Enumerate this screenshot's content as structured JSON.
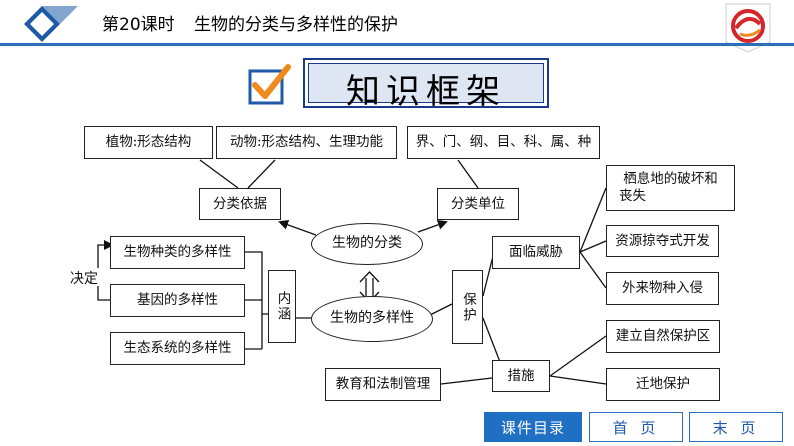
{
  "header": {
    "lesson": "第20课时",
    "title": "生物的分类与多样性的保护"
  },
  "banner": {
    "title": "知识框架"
  },
  "diagram": {
    "classification": "生物的分类",
    "basis": "分类依据",
    "units": "分类单位",
    "plant_basis": "植物:形态结构",
    "animal_basis": "动物:形态结构、生理功能",
    "unit_list": "界、门、纲、目、科、属、种",
    "biodiversity": "生物的多样性",
    "connotation": "内涵",
    "species_diversity": "生物种类的多样性",
    "gene_diversity": "基因的多样性",
    "ecosystem_diversity": "生态系统的多样性",
    "determines": "决定",
    "protection": "保护",
    "threats": "面临威胁",
    "habitat_loss_line1": "栖息地的破坏和",
    "habitat_loss_line2": "丧失",
    "exploitation": "资源掠夺式开发",
    "invasive": "外来物种入侵",
    "measures": "措施",
    "reserve": "建立自然保护区",
    "ex_situ": "迁地保护",
    "education_law": "教育和法制管理"
  },
  "nav": {
    "catalog": "课件目录",
    "first": "首 页",
    "last": "末 页"
  },
  "colors": {
    "header_bar": "#2a6fb8",
    "banner_border": "#1a3a8c",
    "banner_fill": "#dfe6f3",
    "check_orange": "#f08a1c",
    "nav_blue": "#1f6fc2"
  }
}
